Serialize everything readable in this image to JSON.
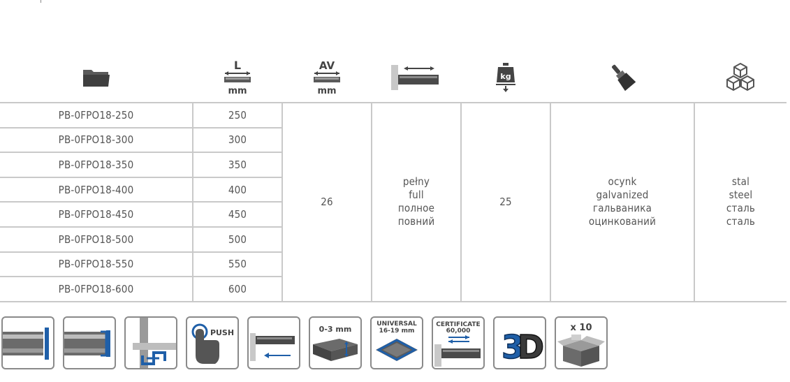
{
  "header": {
    "columns": [
      {
        "icon": "folder-icon"
      },
      {
        "icon": "length-ruler-icon",
        "label": "L",
        "unit": "mm"
      },
      {
        "icon": "av-ruler-icon",
        "label": "AV",
        "unit": "mm"
      },
      {
        "icon": "full-extension-icon"
      },
      {
        "icon": "weight-kg-icon",
        "label": "kg"
      },
      {
        "icon": "paint-brush-icon"
      },
      {
        "icon": "material-cubes-icon"
      }
    ]
  },
  "rows": [
    {
      "code": "PB-0FPO18-250",
      "length": "250"
    },
    {
      "code": "PB-0FPO18-300",
      "length": "300"
    },
    {
      "code": "PB-0FPO18-350",
      "length": "350"
    },
    {
      "code": "PB-0FPO18-400",
      "length": "400"
    },
    {
      "code": "PB-0FPO18-450",
      "length": "450"
    },
    {
      "code": "PB-0FPO18-500",
      "length": "500"
    },
    {
      "code": "PB-0FPO18-550",
      "length": "550"
    },
    {
      "code": "PB-0FPO18-600",
      "length": "600"
    }
  ],
  "shared": {
    "av": "26",
    "extension": {
      "l1": "pełny",
      "l2": "full",
      "l3": "полное",
      "l4": "повний"
    },
    "load": "25",
    "finish": {
      "l1": "ocynk",
      "l2": "galvanized",
      "l3": "гальваника",
      "l4": "оцинкований"
    },
    "material": {
      "l1": "stal",
      "l2": "steel",
      "l3": "сталь",
      "l4": "сталь"
    }
  },
  "features": {
    "icons": [
      "single-slide-icon",
      "double-slide-icon",
      "mounting-bracket-icon",
      "push-open-icon",
      "soft-close-icon",
      "drawer-adjust-icon",
      "universal-drawer-icon",
      "certificate-icon",
      "3d-adjust-icon",
      "pack-box-icon"
    ],
    "push_label": "PUSH",
    "adjust_label": "0-3 mm",
    "universal_label": "UNIVERSAL",
    "universal_range": "16-19 mm",
    "certificate_label": "CERTIFICATE",
    "certificate_cycles": "60,000",
    "pack_label": "x 10",
    "colors": {
      "blue": "#1f5fa8",
      "grey": "#6b6b6b",
      "light": "#bdbdbd"
    }
  }
}
